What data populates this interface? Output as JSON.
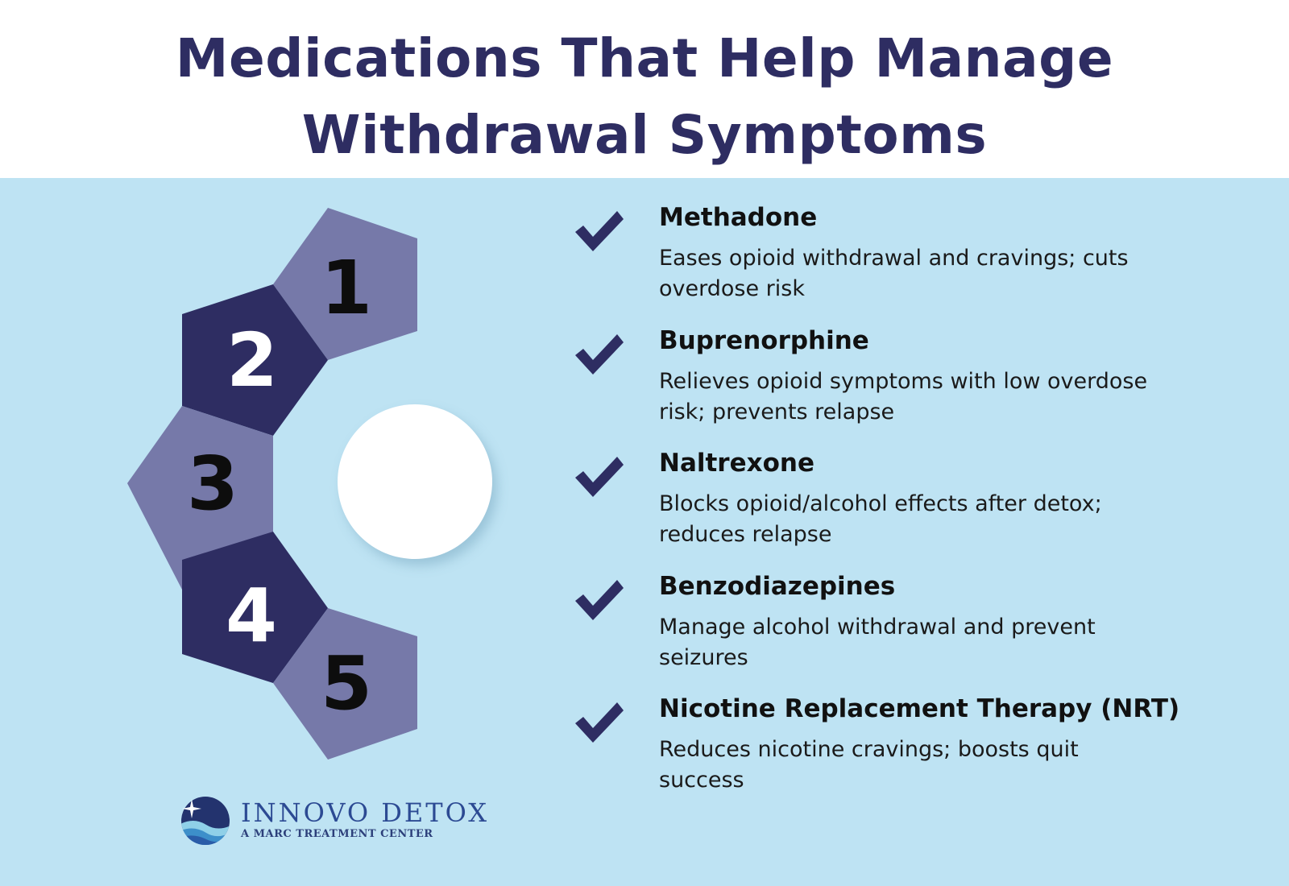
{
  "header": {
    "title_line1": "Medications That Help Manage",
    "title_line2": "Withdrawal Symptoms"
  },
  "colors": {
    "title": "#2e2d62",
    "background_panel": "#bee3f3",
    "pentagon_light": "#7679a9",
    "pentagon_dark": "#2e2d62",
    "check": "#2e2d62"
  },
  "pentagons": [
    {
      "number": "1",
      "tone": "light"
    },
    {
      "number": "2",
      "tone": "dark"
    },
    {
      "number": "3",
      "tone": "light"
    },
    {
      "number": "4",
      "tone": "dark"
    },
    {
      "number": "5",
      "tone": "light"
    }
  ],
  "items": [
    {
      "icon": "check-icon",
      "name": "Methadone",
      "desc": "Eases opioid withdrawal and cravings; cuts overdose risk"
    },
    {
      "icon": "check-icon",
      "name": "Buprenorphine",
      "desc": "Relieves opioid symptoms with low overdose risk; prevents relapse"
    },
    {
      "icon": "check-icon",
      "name": "Naltrexone",
      "desc": "Blocks opioid/alcohol effects after detox; reduces relapse"
    },
    {
      "icon": "check-icon",
      "name": "Benzodiazepines",
      "desc": "Manage alcohol withdrawal and prevent seizures"
    },
    {
      "icon": "check-icon",
      "name": "Nicotine Replacement Therapy (NRT)",
      "desc": "Reduces nicotine cravings; boosts quit success"
    }
  ],
  "logo": {
    "name": "INNOVO DETOX",
    "tagline": "A MARC TREATMENT CENTER"
  }
}
